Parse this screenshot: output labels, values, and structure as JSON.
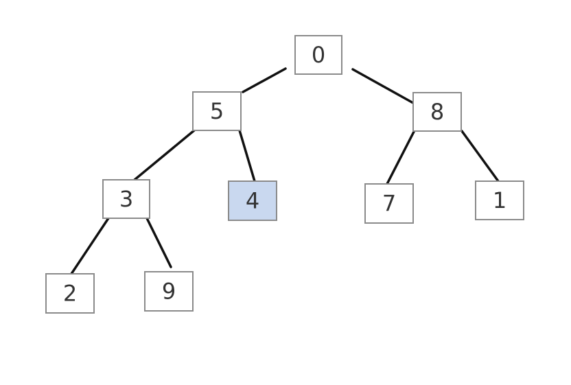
{
  "tree": {
    "nodes": [
      {
        "id": "n0",
        "label": "0",
        "highlighted": false
      },
      {
        "id": "n5",
        "label": "5",
        "highlighted": false
      },
      {
        "id": "n8",
        "label": "8",
        "highlighted": false
      },
      {
        "id": "n3",
        "label": "3",
        "highlighted": false
      },
      {
        "id": "n4",
        "label": "4",
        "highlighted": true
      },
      {
        "id": "n7",
        "label": "7",
        "highlighted": false
      },
      {
        "id": "n1",
        "label": "1",
        "highlighted": false
      },
      {
        "id": "n2",
        "label": "2",
        "highlighted": false
      },
      {
        "id": "n9",
        "label": "9",
        "highlighted": false
      }
    ],
    "edges": [
      {
        "from": "n0",
        "to": "n5"
      },
      {
        "from": "n0",
        "to": "n8"
      },
      {
        "from": "n5",
        "to": "n3"
      },
      {
        "from": "n5",
        "to": "n4"
      },
      {
        "from": "n8",
        "to": "n7"
      },
      {
        "from": "n8",
        "to": "n1"
      },
      {
        "from": "n3",
        "to": "n2"
      },
      {
        "from": "n3",
        "to": "n9"
      }
    ]
  },
  "colors": {
    "node_fill": "#ffffff",
    "highlight_fill": "#c9d8ef",
    "node_border": "#8a8a8a",
    "edge": "#111111",
    "label": "#333333"
  }
}
